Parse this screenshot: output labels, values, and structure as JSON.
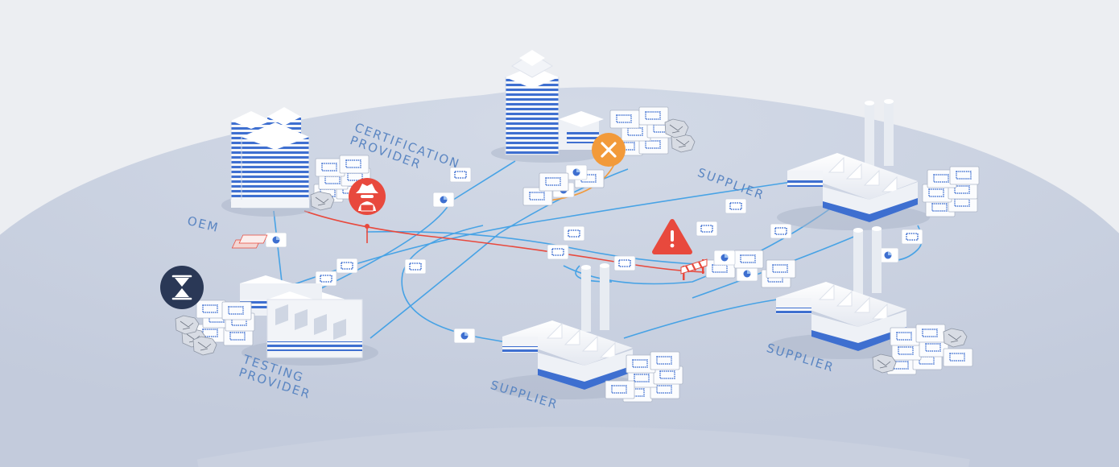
{
  "labels": {
    "oem": "OEM",
    "certification_provider": [
      "CERTIFICATION",
      "PROVIDER"
    ],
    "testing_provider": [
      "TESTING",
      "PROVIDER"
    ],
    "supplier_top_right": "SUPPLIER",
    "supplier_bottom_center": "SUPPLIER",
    "supplier_bottom_right": "SUPPLIER"
  },
  "icons": {
    "hacker": "hacker-icon",
    "rejected": "close-icon",
    "warning": "warning-icon",
    "pending": "hourglass-icon",
    "barrier": "roadblock-icon"
  },
  "colors": {
    "ground": "#c9d1e1",
    "background": "#eceef2",
    "building_stripe": "#3e6fd0",
    "network_line": "#3a9ee6",
    "compromised_line": "#e8493d",
    "rejected_line": "#f29a3a",
    "label_text": "#5b86c2",
    "alert_red": "#e8493d",
    "reject_orange": "#f29a3a",
    "pending_navy": "#2a3856"
  }
}
